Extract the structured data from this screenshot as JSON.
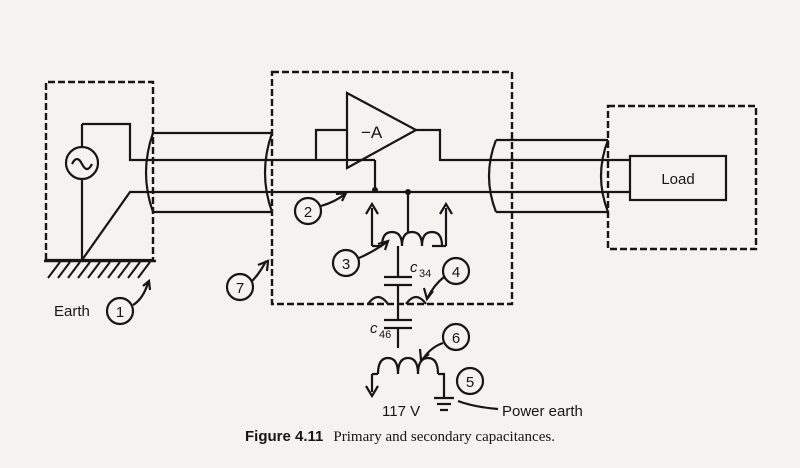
{
  "diagram": {
    "amplifier_label": "−A",
    "load_label": "Load",
    "earth_label": "Earth",
    "power_earth_label": "Power earth",
    "voltage_label": "117 V",
    "cap_c34": {
      "symbol": "c",
      "sub": "34"
    },
    "cap_c46": {
      "symbol": "c",
      "sub": "46"
    },
    "markers": [
      "1",
      "2",
      "3",
      "4",
      "5",
      "6",
      "7"
    ]
  },
  "caption": {
    "figure": "Figure 4.11",
    "text": "Primary and secondary capacitances."
  }
}
